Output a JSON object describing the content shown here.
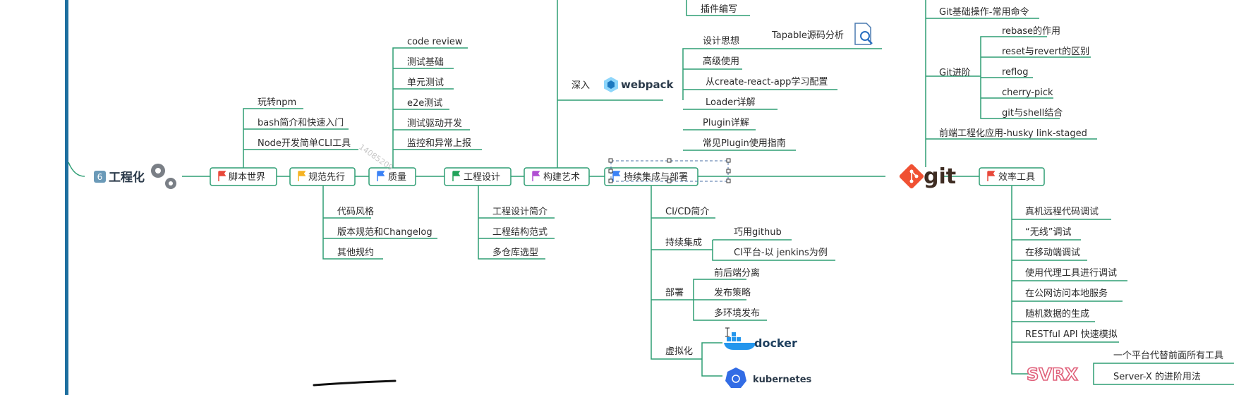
{
  "colors": {
    "line": "#2e9e74",
    "left_bar": "#1e6f9f",
    "flag_red": "#e8483a",
    "flag_yellow": "#f5b324",
    "flag_blue": "#3b82f6",
    "flag_green": "#22a35a",
    "flag_purple": "#b04fd2",
    "git_orange": "#f05133",
    "webpack_blue": "#3b9bd8",
    "docker_blue": "#2496ed",
    "k8s_blue": "#326ce5"
  },
  "central": {
    "badge": "6",
    "title": "工程化",
    "icon": "gears-icon"
  },
  "main_nodes": [
    {
      "id": "jiaoben",
      "label": "脚本世界",
      "flag": "red"
    },
    {
      "id": "guifan",
      "label": "规范先行",
      "flag": "yellow"
    },
    {
      "id": "zhiliang",
      "label": "质量",
      "flag": "blue"
    },
    {
      "id": "gongcheng",
      "label": "工程设计",
      "flag": "green"
    },
    {
      "id": "goujian",
      "label": "构建艺术",
      "flag": "purple"
    },
    {
      "id": "chixu",
      "label": "持续集成与部署",
      "flag": "blue"
    },
    {
      "id": "xiaolv",
      "label": "效率工具",
      "flag": "red"
    }
  ],
  "jiaoben_items": [
    "玩转npm",
    "bash简介和快速入门",
    "Node开发简单CLI工具"
  ],
  "zhiliang_items": [
    "code review",
    "测试基础",
    "单元测试",
    "e2e测试",
    "测试驱动开发",
    "监控和异常上报"
  ],
  "guifan_items": [
    "代码风格",
    "版本规范和Changelog",
    "其他规约"
  ],
  "gongcheng_items": [
    "工程设计简介",
    "工程结构范式",
    "多仓库选型"
  ],
  "goujian": {
    "plugin_top": "插件编写",
    "deep_label": "深入",
    "webpack_label": "webpack",
    "tapable": "Tapable源码分析",
    "items": [
      "设计思想",
      "高级使用",
      "从create-react-app学习配置",
      "Loader详解",
      "Plugin详解",
      "常见Plugin使用指南"
    ]
  },
  "chixu": {
    "cicd": "CI/CD简介",
    "ci_label": "持续集成",
    "ci_items": [
      "巧用github",
      "CI平台-以 jenkins为例"
    ],
    "deploy_label": "部署",
    "deploy_items": [
      "前后端分离",
      "发布策略",
      "多环境发布"
    ],
    "virtual_label": "虚拟化",
    "docker_label": "docker",
    "k8s_label": "kubernetes"
  },
  "git": {
    "logo_text": "git",
    "basic": "Git基础操作-常用命令",
    "advanced_label": "Git进阶",
    "advanced_items": [
      "rebase的作用",
      "reset与revert的区别",
      "reflog",
      "cherry-pick",
      "git与shell结合"
    ],
    "husky": "前端工程化应用-husky link-staged"
  },
  "xiaolv_items": [
    "真机远程代码调试",
    "“无线”调试",
    "在移动端调试",
    "使用代理工具进行调试",
    "在公网访问本地服务",
    "随机数据的生成",
    "RESTful API 快速模拟"
  ],
  "svrx": {
    "logo_text": "SVRX",
    "items": [
      "一个平台代替前面所有工具",
      "Server-X 的进阶用法"
    ]
  },
  "watermark": "14085209"
}
